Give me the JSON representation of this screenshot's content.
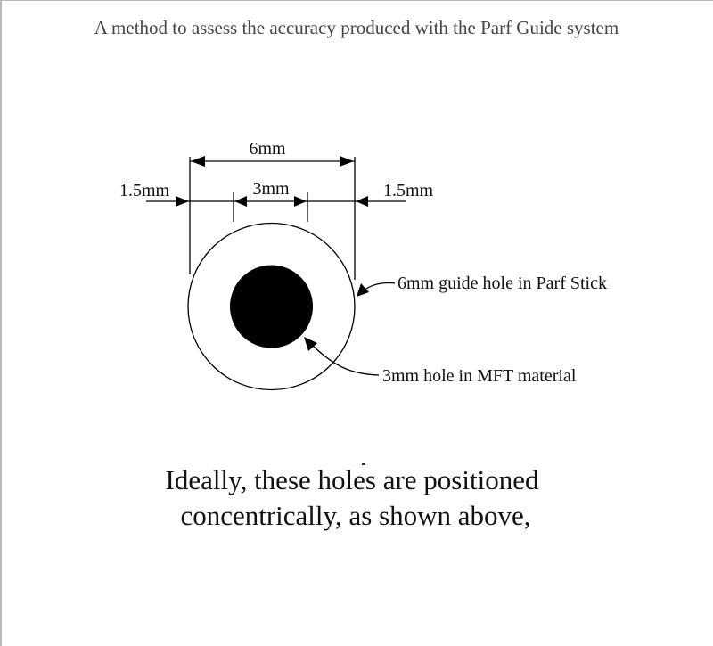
{
  "page": {
    "title": "A method to assess the accuracy produced with the Parf Guide system"
  },
  "diagram": {
    "dimensions": {
      "outer_width_label": "6mm",
      "inner_width_label": "3mm",
      "left_margin_label": "1.5mm",
      "right_margin_label": "1.5mm"
    },
    "callouts": {
      "outer_hole": "6mm guide hole in Parf Stick",
      "inner_hole": "3mm hole in MFT material"
    },
    "colors": {
      "line": "#000000",
      "inner_fill": "#000000",
      "outer_fill": "#ffffff"
    }
  },
  "caption": {
    "line1": "Ideally, these holes are positioned",
    "line2": "concentrically, as shown above,"
  }
}
